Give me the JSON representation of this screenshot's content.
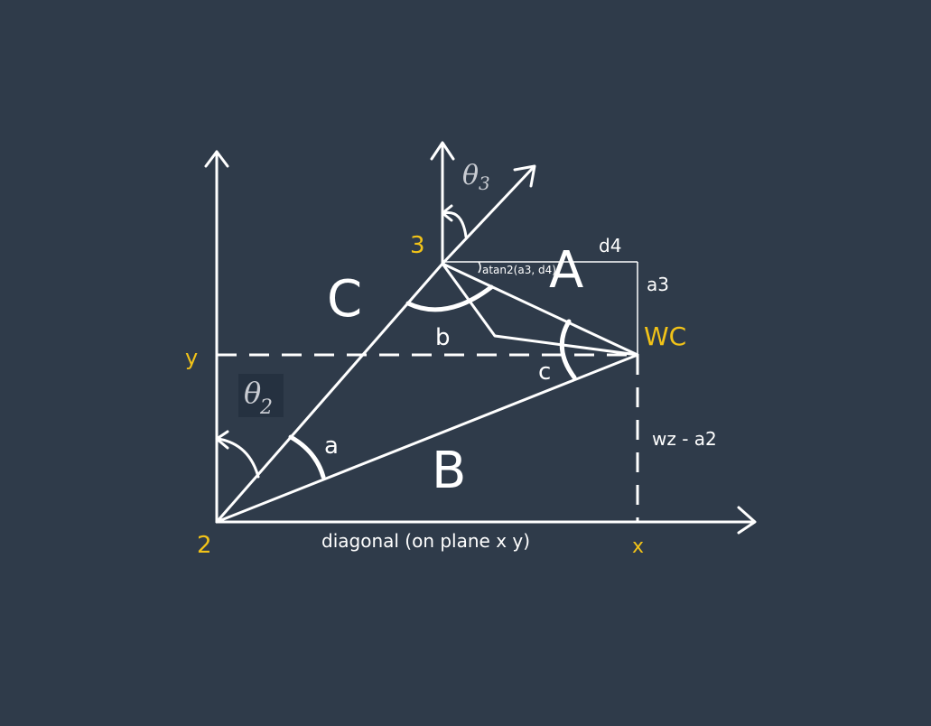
{
  "colors": {
    "background": "#2f3b4a",
    "lines": "#ffffff",
    "joint_labels": "#f2c318",
    "theta_labels": "#c9ccd2"
  },
  "labels": {
    "joint_2": "2",
    "joint_3": "3",
    "wrist_center": "WC",
    "side_A": "A",
    "side_B": "B",
    "side_C": "C",
    "angle_a": "a",
    "angle_b": "b",
    "angle_c": "c",
    "axis_x": "x",
    "axis_y": "y",
    "d4": "d4",
    "a3": "a3",
    "wz_a2": "wz - a2",
    "diagonal": "diagonal (on plane x y)",
    "atan2": "atan2(a3, d4)",
    "theta2_symbol": "θ",
    "theta2_sub": "2",
    "theta3_symbol": "θ",
    "theta3_sub": "3"
  }
}
